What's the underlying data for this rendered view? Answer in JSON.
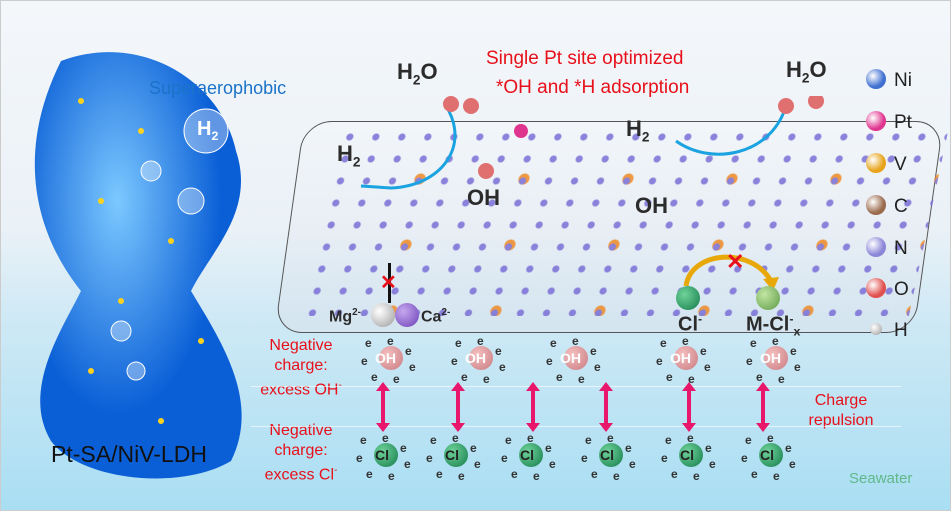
{
  "left": {
    "superaerophobic": "Superaerophobic",
    "h2_bubble": "H",
    "h2_sub": "2",
    "material_label": "Pt-SA/NiV-LDH"
  },
  "top": {
    "line1": "Single Pt site optimized",
    "line2": "*OH and *H adsorption"
  },
  "surface": {
    "h2o_left": "H",
    "h2o_left_sub": "2",
    "h2o_left_end": "O",
    "h2o_right": "H",
    "h2o_right_sub": "2",
    "h2o_right_end": "O",
    "h2_left": "H",
    "h2_left_sub": "2",
    "h2_right": "H",
    "h2_right_sub": "2",
    "oh_left": "OH",
    "oh_right": "OH",
    "mg": "Mg",
    "mg_sup": "2-",
    "ca": "Ca",
    "ca_sup": "2-",
    "cl": "Cl",
    "cl_sup": "-",
    "mcl": "M-Cl",
    "mcl_sup": "-",
    "mcl_sub": "x"
  },
  "charge": {
    "oh_label": [
      "Negative",
      "charge:",
      "excess OH"
    ],
    "oh_sup": "-",
    "cl_label": [
      "Negative",
      "charge:",
      "excess Cl"
    ],
    "cl_sup": "-",
    "repulsion": [
      "Charge",
      "repulsion"
    ],
    "oh_ion": "OH",
    "cl_ion": "Cl",
    "electron": "e"
  },
  "seawater": "Seawater",
  "legend": [
    {
      "label": "Ni",
      "color": "#3f6fd0"
    },
    {
      "label": "Pt",
      "color": "#e0358f"
    },
    {
      "label": "V",
      "color": "#e7a319"
    },
    {
      "label": "C",
      "color": "#9a6a4c"
    },
    {
      "label": "N",
      "color": "#8b86d8"
    },
    {
      "label": "O",
      "color": "#e0504e"
    },
    {
      "label": "H",
      "color": "#f2f2f2"
    }
  ],
  "colors": {
    "accent_red": "#e8101a",
    "blue": "#1a73c8",
    "arrow": "#e8176c",
    "seawater": "#5fb88a"
  }
}
